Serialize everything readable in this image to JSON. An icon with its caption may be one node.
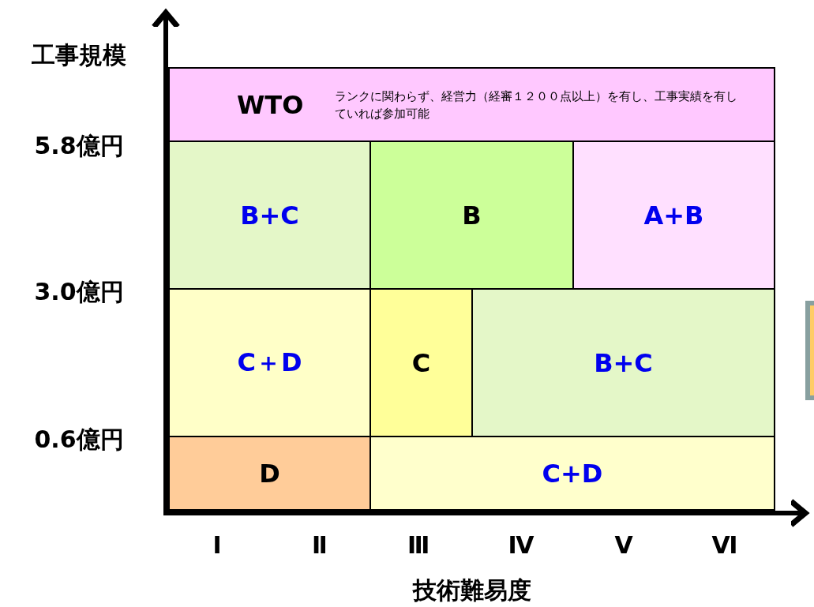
{
  "diagram": {
    "nodes": [
      {
        "text": [
          "WTO",
          "ランクに関わらず、経営力（経審１２００点以上）を有し、工事実績を有していれば参加可能"
        ]
      },
      {
        "text": [
          "B+C"
        ]
      },
      {
        "text": [
          "B"
        ]
      },
      {
        "text": [
          "A+B"
        ]
      },
      {
        "text": [
          "C＋D"
        ]
      },
      {
        "text": [
          "C"
        ]
      },
      {
        "text": [
          "B+C"
        ]
      },
      {
        "text": [
          "D"
        ]
      },
      {
        "text": [
          "C+D"
        ]
      }
    ],
    "edges": [],
    "labels": [
      "工事規模",
      "5.8億円",
      "3.0億円",
      "0.6億円",
      "Ⅰ",
      "Ⅱ",
      "Ⅲ",
      "Ⅳ",
      "Ⅴ",
      "Ⅵ",
      "技術難易度"
    ]
  }
}
